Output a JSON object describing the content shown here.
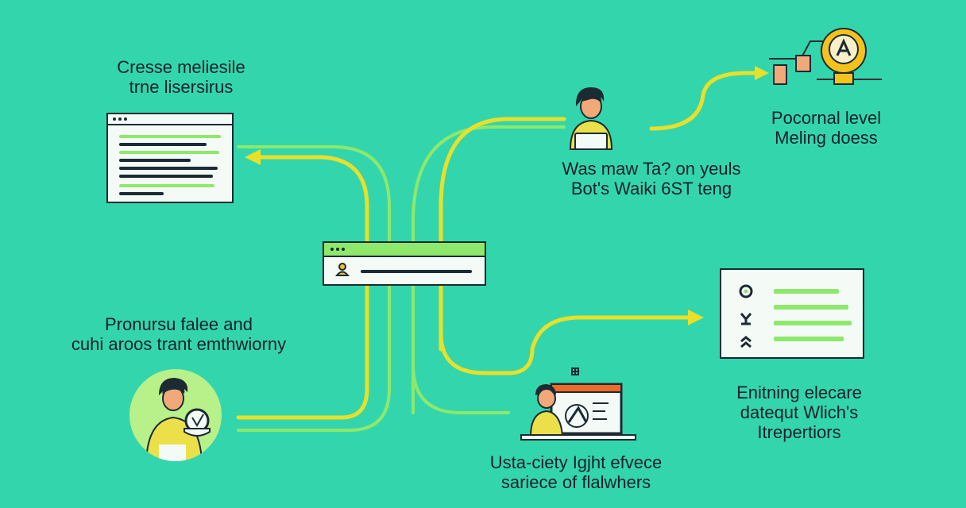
{
  "labels": {
    "top_left": [
      "Cresse meliesile",
      "trne lisersirus"
    ],
    "top_center": [
      "Was maw Ta? on yeuls",
      "Bot's Waiki 6ST teng"
    ],
    "top_right": [
      "Pocornal level",
      "Meling doess"
    ],
    "mid_left": [
      "Pronursu falee and",
      "cuhi aroos trant emthwiorny"
    ],
    "bottom_center": [
      "Usta-ciety Igjht efvece",
      "sariece of flalwhers"
    ],
    "bottom_right": [
      "Enitning elecare",
      "datequt Wlich's",
      "Itrepertiors"
    ]
  },
  "colors": {
    "background": "#33d6ac",
    "accent_yellow": "#e8e02a",
    "accent_green": "#8ee86c",
    "ink": "#1c2a33",
    "card": "#f4fbf7"
  },
  "icons": {
    "lightbulb": "lightbulb-icon",
    "user": "user-icon",
    "target": "target-icon",
    "chevron": "chevron-up-icon"
  }
}
